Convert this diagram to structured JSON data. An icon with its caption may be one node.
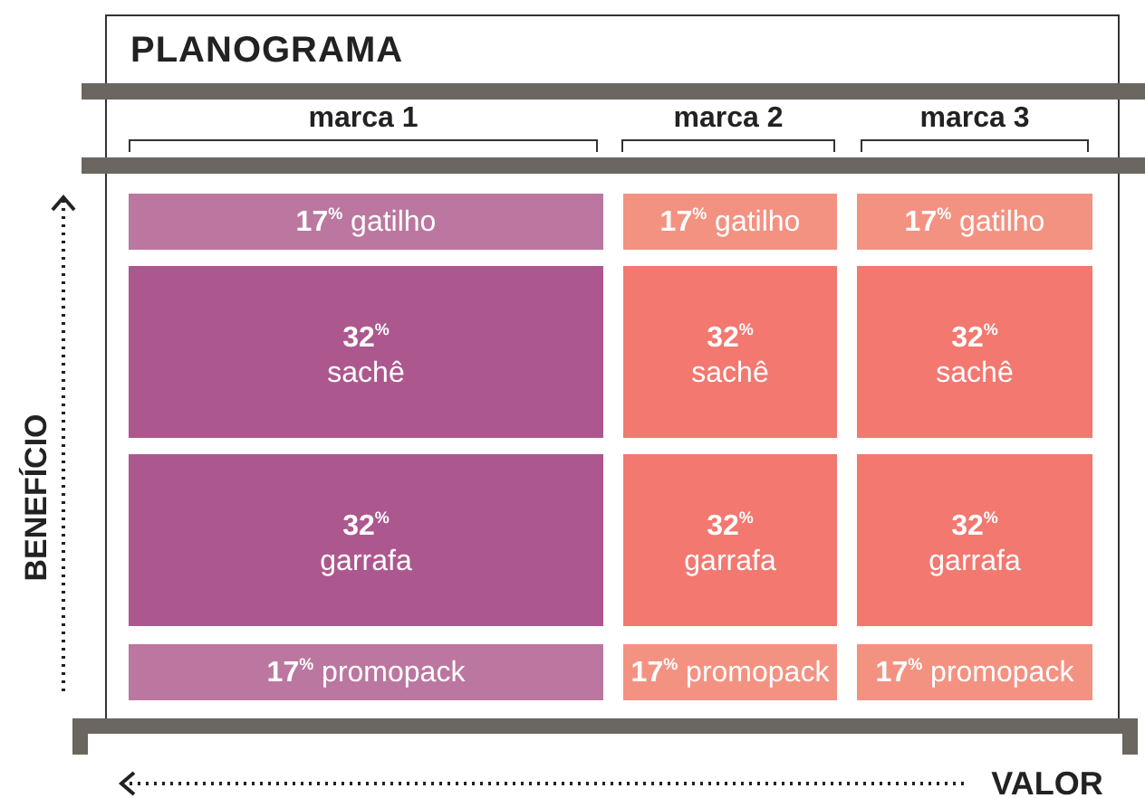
{
  "diagram": {
    "title": "PLANOGRAMA",
    "nodes": [
      {
        "text": [
          "**17**$^{%}$ gatilho"
        ]
      },
      {
        "text": [
          "**17**$^{%}$ gatilho"
        ]
      },
      {
        "text": [
          "**17**$^{%}$ gatilho"
        ]
      },
      {
        "text": [
          "**32**$^{%}$ sachê"
        ]
      },
      {
        "text": [
          "**32**$^{%}$ sachê"
        ]
      },
      {
        "text": [
          "**32**$^{%}$ sachê"
        ]
      },
      {
        "text": [
          "**32**$^{%}$ garrafa"
        ]
      },
      {
        "text": [
          "**32**$^{%}$ garrafa"
        ]
      },
      {
        "text": [
          "**32**$^{%}$ garrafa"
        ]
      },
      {
        "text": [
          "**17**$^{%}$ promopack"
        ]
      },
      {
        "text": [
          "**17**$^{%}$ promopack"
        ]
      },
      {
        "text": [
          "**17**$^{%}$ promopack"
        ]
      }
    ],
    "edges": [],
    "labels": [
      "marca 1",
      "marca 2",
      "marca 3",
      "BENEFÍCIO",
      "VALOR"
    ]
  }
}
